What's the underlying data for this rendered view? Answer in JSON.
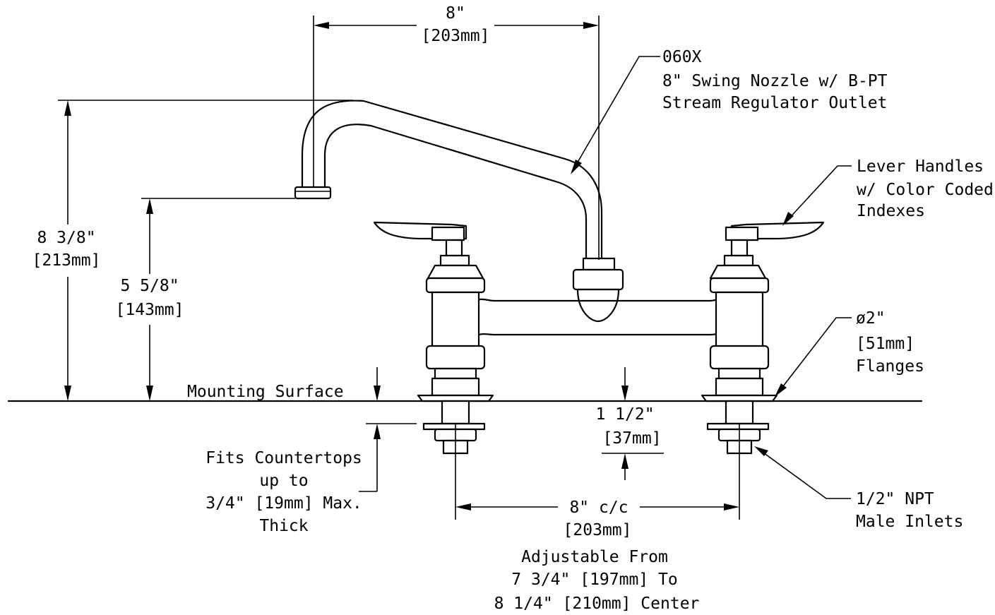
{
  "dimensions": {
    "spout_reach_in": "8\"",
    "spout_reach_mm": "[203mm]",
    "overall_height_in": "8 3/8\"",
    "overall_height_mm": "[213mm]",
    "outlet_height_in": "5 5/8\"",
    "outlet_height_mm": "[143mm]",
    "shank_length_in": "1 1/2\"",
    "shank_length_mm": "[37mm]",
    "center_in": "8\" c/c",
    "center_mm": "[203mm]"
  },
  "labels": {
    "mounting_surface": "Mounting Surface",
    "nozzle_code": "060X",
    "nozzle_line1": "8\" Swing Nozzle w/ B-PT",
    "nozzle_line2": "Stream Regulator Outlet",
    "handles_line1": "Lever Handles",
    "handles_line2": "w/ Color Coded",
    "handles_line3": "Indexes",
    "flange_line1": "ø2\"",
    "flange_line2": "[51mm]",
    "flange_line3": "Flanges",
    "countertop_line1": "Fits Countertops",
    "countertop_line2": "up to",
    "countertop_line3": "3/4\" [19mm] Max.",
    "countertop_line4": "Thick",
    "inlet_line1": "1/2\" NPT",
    "inlet_line2": "Male Inlets",
    "adjust_line1": "Adjustable From",
    "adjust_line2": "7 3/4\" [197mm] To",
    "adjust_line3": "8 1/4\" [210mm] Center"
  }
}
